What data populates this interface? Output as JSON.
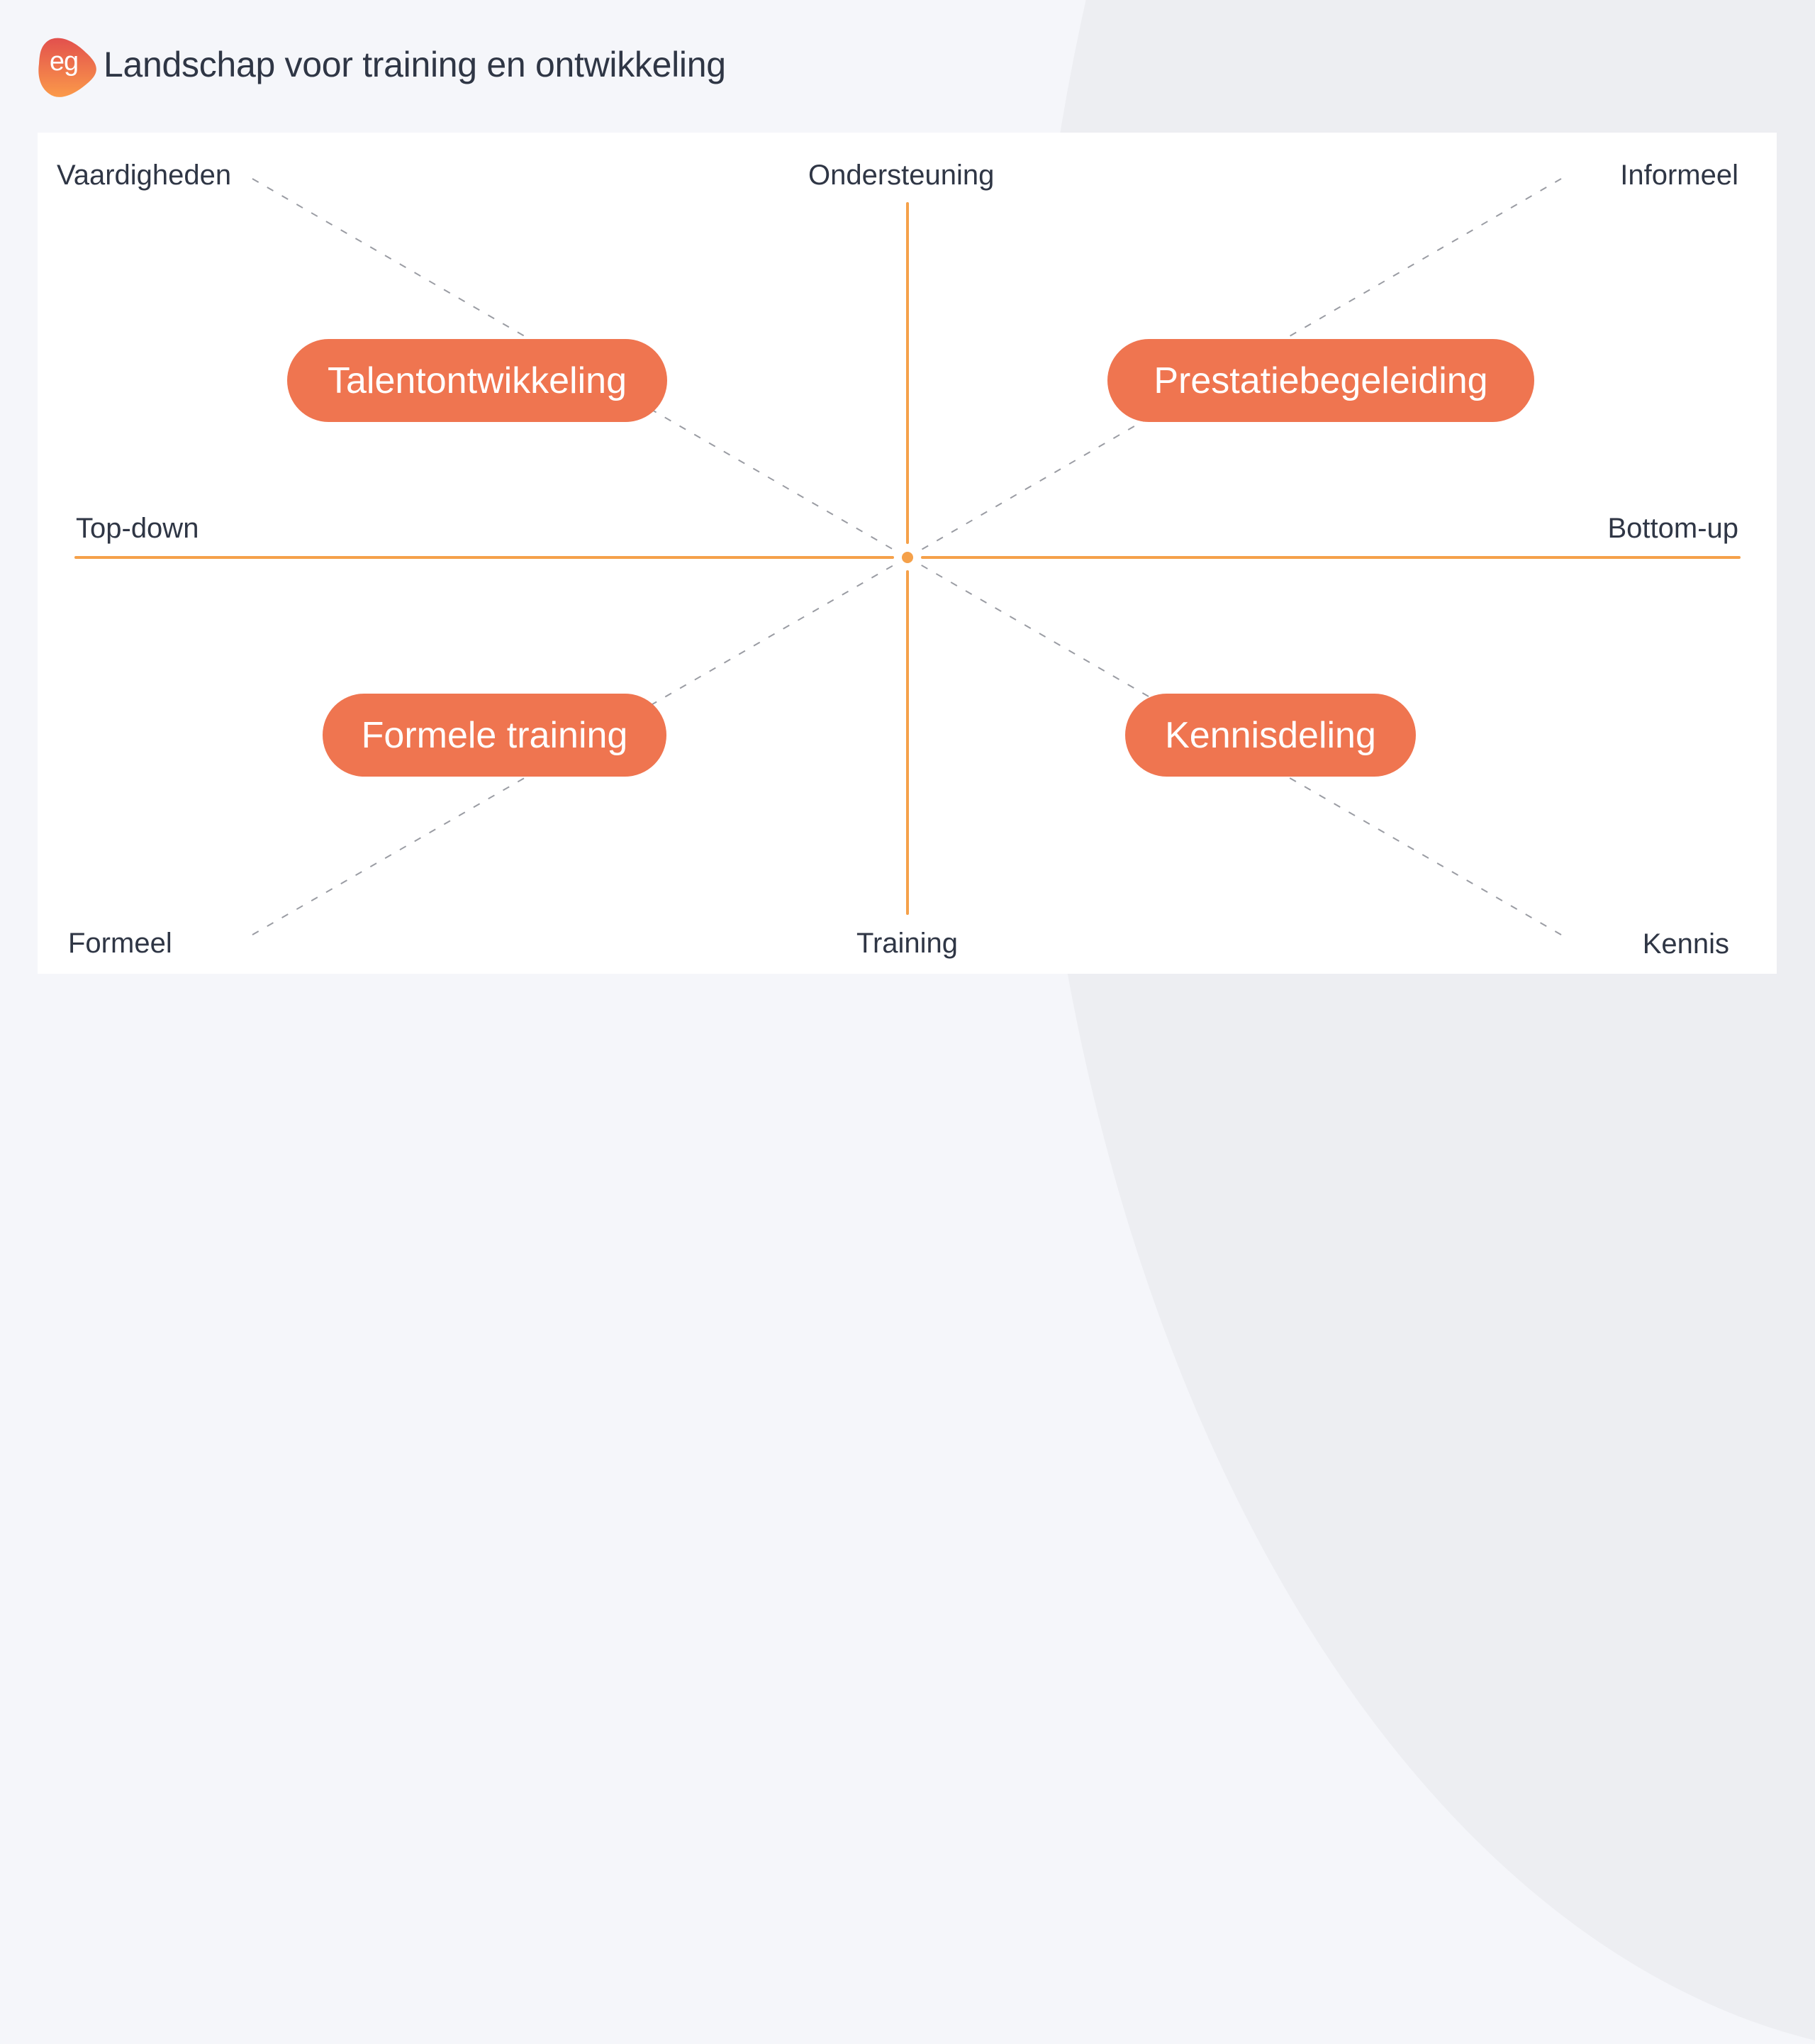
{
  "header": {
    "logo_text": "eg",
    "title": "Landschap voor training en ontwikkeling"
  },
  "colors": {
    "accent_orange": "#f5a14a",
    "pill_fill": "#ef7550",
    "text_dark": "#2f3645",
    "dashed_line": "#9a9ca3",
    "logo_gradient_top": "#e2504d",
    "logo_gradient_bottom": "#fb9a4a"
  },
  "axes": {
    "top": "Ondersteuning",
    "bottom": "Training",
    "left": "Top-down",
    "right": "Bottom-up"
  },
  "corners": {
    "top_left": "Vaardigheden",
    "top_right": "Informeel",
    "bottom_left": "Formeel",
    "bottom_right": "Kennis"
  },
  "quadrants": {
    "top_left": "Talentontwikkeling",
    "top_right": "Prestatiebegeleiding",
    "bottom_left": "Formele training",
    "bottom_right": "Kennisdeling"
  }
}
